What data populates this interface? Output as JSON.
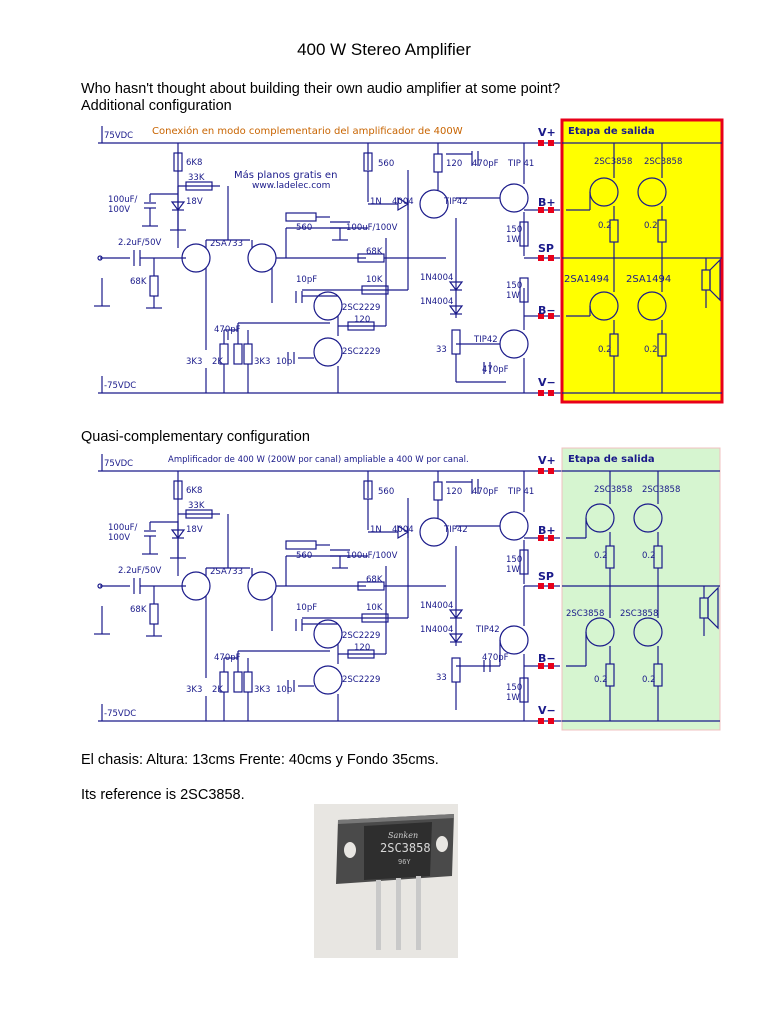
{
  "doc": {
    "title": "400 W Stereo Amplifier",
    "intro": "Who hasn't thought about building their own audio amplifier at some point?",
    "section1_label": "Additional configuration",
    "section2_label": "Quasi-complementary configuration",
    "chassis": "El chasis: Altura: 13cms Frente: 40cms y Fondo 35cms.",
    "reference": "Its reference is 2SC3858."
  },
  "diagram1": {
    "header": "Conexión en modo complementario del amplificador de 400W",
    "watermark_line1": "Más planos gratis en",
    "watermark_line2": "www.ladelec.com",
    "output_stage": "Etapa de salida",
    "output_stage_color": "#ffff00",
    "upper_pair": [
      "2SC3858",
      "2SC3858"
    ],
    "lower_pair": [
      "2SA1494",
      "2SA1494"
    ]
  },
  "diagram2": {
    "header": "Amplificador de 400 W  (200W por canal) ampliable a 400 W por canal.",
    "output_stage": "Etapa de salida",
    "output_stage_color": "#d6f5d0",
    "upper_pair": [
      "2SC3858",
      "2SC3858"
    ],
    "lower_pair": [
      "2SC3858",
      "2SC3858"
    ]
  },
  "schematic": {
    "rail_pos": "75VDC",
    "rail_neg": "-75VDC",
    "v_pos": "V+",
    "v_neg": "V−",
    "b_pos": "B+",
    "b_neg": "B−",
    "sp": "SP",
    "r_6k8": "6K8",
    "r_33k": "33K",
    "zener": "18V",
    "cap_100uf_a": "100uF/",
    "cap_100uf_b": "100V",
    "cap_in": "2.2uF/50V",
    "r_68k_in": "68K",
    "q_diff": "2SA733",
    "r_560a": "560",
    "r_560b": "560",
    "cap_100uf_100v": "100uF/100V",
    "r_68k_fb": "68K",
    "cap_10pf_a": "10pF",
    "r_10k": "10K",
    "q_vas1": "2SC2229",
    "q_vas2": "2SC2229",
    "r_120a": "120",
    "r_120b": "120",
    "cap_470pf_a": "470pF",
    "cap_470pf_b": "470pF",
    "cap_470pf_c": "470pF",
    "r_3k3a": "3K3",
    "r_3k3b": "3K3",
    "r_2k": "2K",
    "cap_10pf_b": "10p",
    "diode_1n": "1N",
    "diode_4004": "4004",
    "d1": "1N4004",
    "d2": "1N4004",
    "r_33": "33",
    "q_tip42a": "TIP42",
    "q_tip41": "TIP 41",
    "q_tip42b": "TIP42",
    "r_150": "150",
    "r_1w": "1W",
    "r_02": "0.2"
  }
}
